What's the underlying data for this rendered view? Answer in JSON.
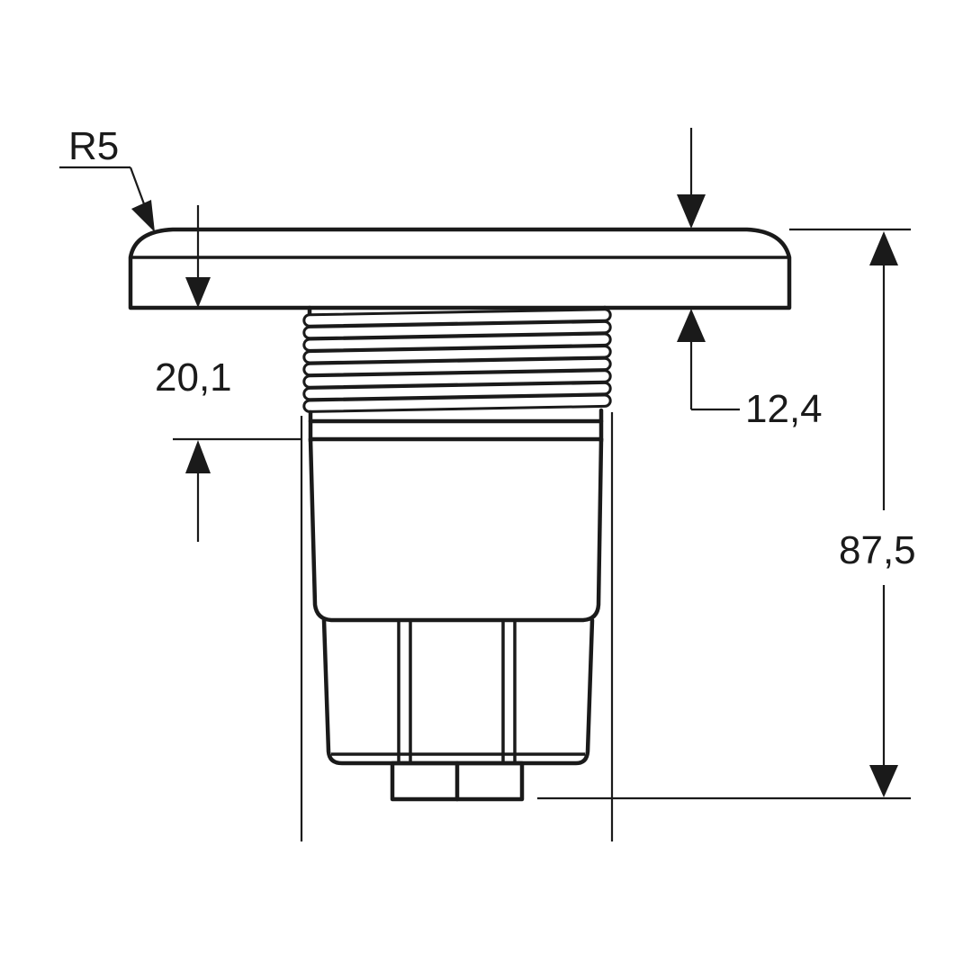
{
  "drawing": {
    "type": "technical-dimension-drawing",
    "subject": "threaded push-button / connector side view",
    "line_color": "#1a1a1a",
    "background": "#ffffff",
    "dimensions": {
      "radius": {
        "label": "R5"
      },
      "flange_to_body": {
        "label": "20,1"
      },
      "flange_thickness": {
        "label": "12,4"
      },
      "overall_height": {
        "label": "87,5"
      }
    },
    "thread_turns": 8
  }
}
